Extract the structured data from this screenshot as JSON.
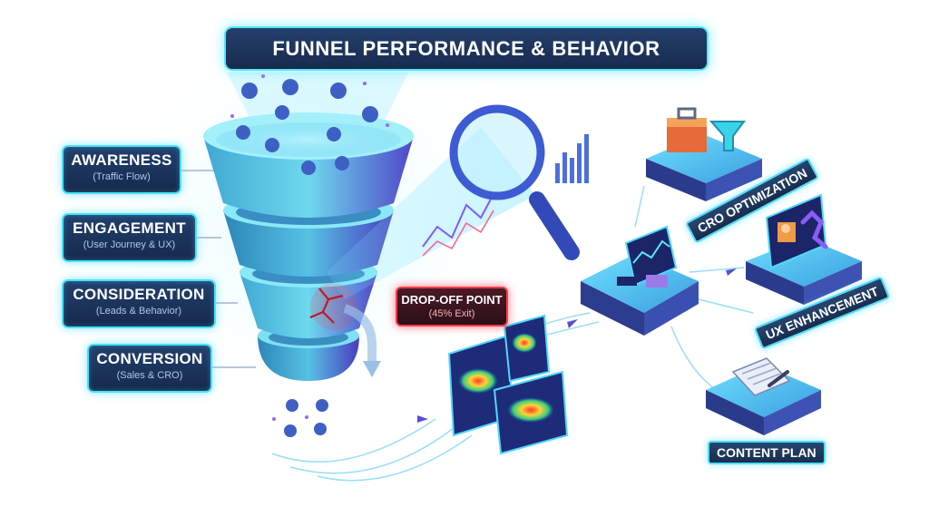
{
  "title": "FUNNEL PERFORMANCE & BEHAVIOR ANALYSIS",
  "funnel_stages": [
    {
      "name": "AWARENESS",
      "sub": "(Traffic Flow)"
    },
    {
      "name": "ENGAGEMENT",
      "sub": "(User Journey & UX)"
    },
    {
      "name": "CONSIDERATION",
      "sub": "(Leads & Behavior)"
    },
    {
      "name": "CONVERSION",
      "sub": "(Sales & CRO)"
    }
  ],
  "drop_off": {
    "label": "DROP-OFF POINT",
    "sub": "(45% Exit)"
  },
  "outcomes": {
    "cro": "CRO OPTIMIZATION",
    "ux": "UX ENHANCEMENT",
    "content": "CONTENT PLAN"
  },
  "colors": {
    "accent_cyan": "#49e0ff",
    "panel_navy": "#1b3156",
    "funnel_teal": "#2fa3c4",
    "funnel_purple": "#5b4bd6",
    "drop_red": "#ff3b4a"
  },
  "icons": [
    "user-icon",
    "magnifier-icon",
    "toolbox-icon",
    "funnel-icon",
    "terminal-icon",
    "heatmap-icon",
    "clipboard-icon",
    "pen-icon",
    "runner-icon",
    "crack-icon",
    "arrow-icon"
  ]
}
